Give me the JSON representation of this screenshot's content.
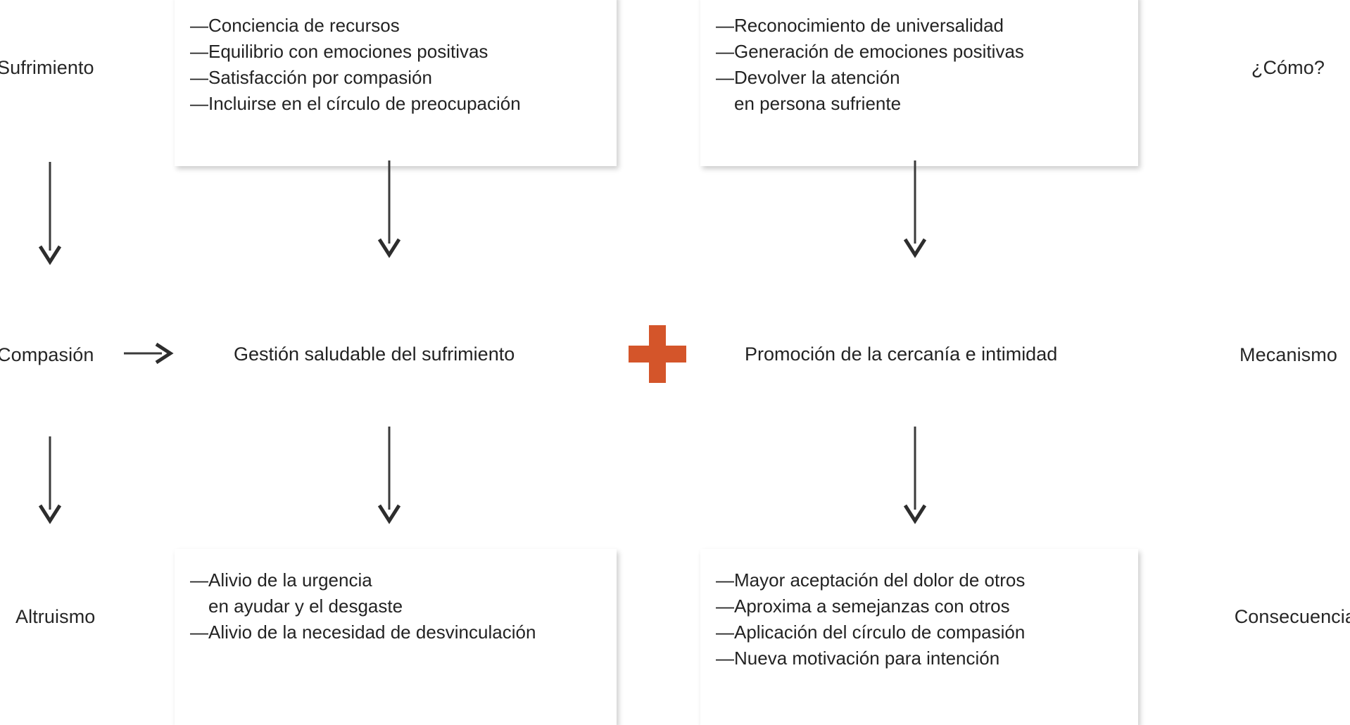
{
  "diagram": {
    "row_labels_left": [
      {
        "text": "Sufrimiento"
      },
      {
        "text": "Compasión"
      },
      {
        "text": "Altruismo"
      }
    ],
    "row_labels_right": [
      {
        "text": "¿Cómo?"
      },
      {
        "text": "Mecanismo"
      },
      {
        "text": "Consecuencia"
      }
    ],
    "boxes": {
      "top_left": {
        "items": [
          {
            "dash": "—",
            "text": "Conciencia de recursos",
            "continuation": false
          },
          {
            "dash": "—",
            "text": "Equilibrio con emociones positivas",
            "continuation": false
          },
          {
            "dash": "—",
            "text": "Satisfacción por compasión",
            "continuation": false
          },
          {
            "dash": "—",
            "text": "Incluirse en el círculo de preocupación",
            "continuation": false
          }
        ]
      },
      "top_right": {
        "items": [
          {
            "dash": "—",
            "text": "Reconocimiento de universalidad",
            "continuation": false
          },
          {
            "dash": "—",
            "text": "Generación de emociones positivas",
            "continuation": false
          },
          {
            "dash": "—",
            "text": "Devolver la atención",
            "continuation": false
          },
          {
            "dash": "",
            "text": "en persona sufriente",
            "continuation": true
          }
        ]
      },
      "bottom_left": {
        "items": [
          {
            "dash": "—",
            "text": "Alivio de la urgencia",
            "continuation": false
          },
          {
            "dash": "",
            "text": "en ayudar y el desgaste",
            "continuation": true
          },
          {
            "dash": "—",
            "text": "Alivio de la necesidad de desvinculación",
            "continuation": false
          }
        ]
      },
      "bottom_right": {
        "items": [
          {
            "dash": "—",
            "text": "Mayor aceptación del dolor de otros",
            "continuation": false
          },
          {
            "dash": "—",
            "text": "Aproxima a semejanzas con otros",
            "continuation": false
          },
          {
            "dash": "—",
            "text": "Aplicación del círculo de compasión",
            "continuation": false
          },
          {
            "dash": "—",
            "text": "Nueva motivación para intención",
            "continuation": false
          }
        ]
      }
    },
    "mechanisms": {
      "left": "Gestión saludable del sufrimiento",
      "right": "Promoción de la cercanía e intimidad",
      "operator": "+"
    },
    "colors": {
      "plus": "#D4552A",
      "arrow": "#3a3a3a",
      "text": "#232323",
      "background": "#ffffff"
    }
  }
}
